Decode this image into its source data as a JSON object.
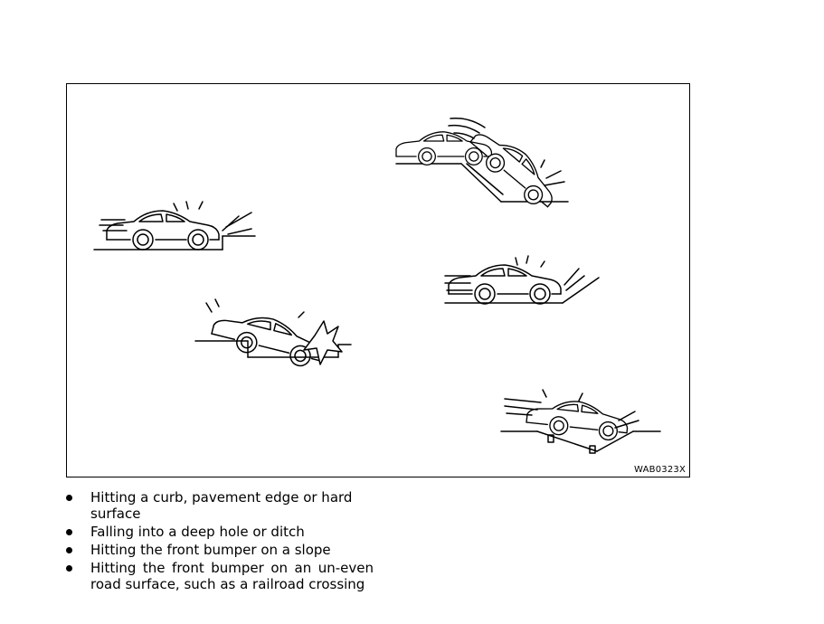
{
  "figure": {
    "code": "WAB0323X",
    "icons": [
      "car-curb-impact-icon",
      "car-hole-impact-icon",
      "car-downhill-ditch-icon",
      "car-slope-bumper-icon",
      "car-rough-road-icon"
    ]
  },
  "bullets": [
    {
      "text": "Hitting a curb, pavement edge or hard surface"
    },
    {
      "text": "Falling into a deep hole or ditch"
    },
    {
      "text": "Hitting the front bumper on a slope"
    },
    {
      "text": "Hitting the front bumper on an un-even road surface, such as a railroad crossing"
    }
  ],
  "colors": {
    "ink": "#000000",
    "paper": "#ffffff"
  }
}
